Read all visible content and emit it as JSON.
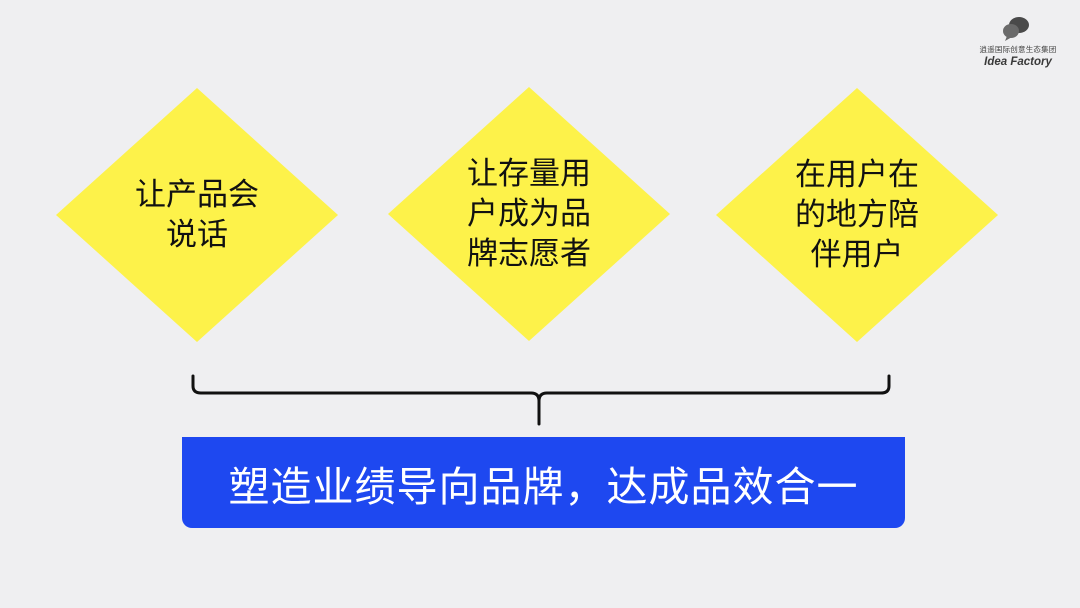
{
  "logo": {
    "icon": "speech-bubbles-icon",
    "chinese_text": "逍遥国际创意生态集团",
    "english_text": "Idea Factory"
  },
  "colors": {
    "background": "#efeff1",
    "diamond_fill": "#fdf24a",
    "banner_fill": "#1e48f0",
    "banner_text": "#ffffff",
    "brace_stroke": "#111111"
  },
  "diagram": {
    "pillars": [
      {
        "lines": [
          "让产品会",
          "说话"
        ]
      },
      {
        "lines": [
          "让存量用",
          "户成为品",
          "牌志愿者"
        ]
      },
      {
        "lines": [
          "在用户在",
          "的地方陪",
          "伴用户"
        ]
      }
    ],
    "conclusion": "塑造业绩导向品牌，达成品效合一"
  }
}
